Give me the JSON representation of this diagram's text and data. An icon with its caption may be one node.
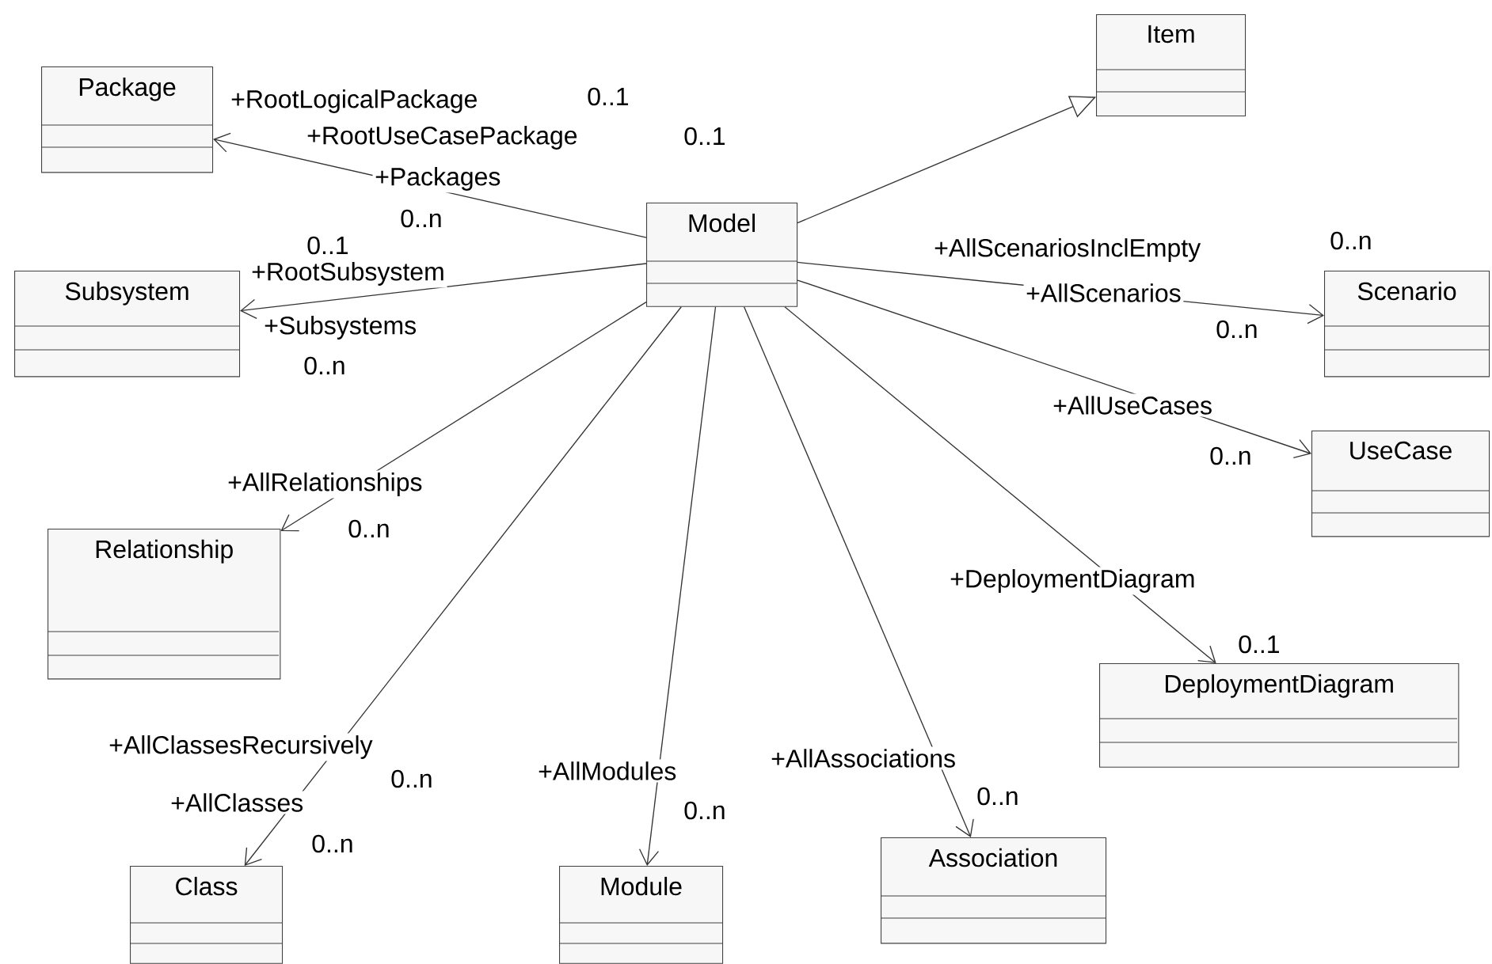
{
  "diagram": {
    "nodes": [
      {
        "text": [
          "Package"
        ]
      },
      {
        "text": [
          "Item"
        ]
      },
      {
        "text": [
          "Model"
        ]
      },
      {
        "text": [
          "Subsystem"
        ]
      },
      {
        "text": [
          "Scenario"
        ]
      },
      {
        "text": [
          "UseCase"
        ]
      },
      {
        "text": [
          "Relationship"
        ]
      },
      {
        "text": [
          "DeploymentDiagram"
        ]
      },
      {
        "text": [
          "Class"
        ]
      },
      {
        "text": [
          "Module"
        ]
      },
      {
        "text": [
          "Association"
        ]
      }
    ],
    "edges": [
      {
        "from": 2,
        "to": 0,
        "arrow": "to"
      },
      {
        "from": 2,
        "to": 1,
        "arrow": "to"
      },
      {
        "from": 2,
        "to": 3,
        "arrow": "to"
      },
      {
        "from": 2,
        "to": 4,
        "arrow": "to"
      },
      {
        "from": 2,
        "to": 5,
        "arrow": "to"
      },
      {
        "from": 2,
        "to": 6,
        "arrow": "to"
      },
      {
        "from": 2,
        "to": 7,
        "arrow": "to"
      },
      {
        "from": 2,
        "to": 8,
        "arrow": "to"
      },
      {
        "from": 2,
        "to": 9,
        "arrow": "to"
      },
      {
        "from": 2,
        "to": 10,
        "arrow": "to"
      }
    ],
    "labels": [
      "+RootLogicalPackage",
      "0..1",
      "+RootUseCasePackage",
      "0..1",
      "+Packages",
      "0..n",
      "+AllScenariosInclEmpty",
      "0..n",
      "0..1",
      "+RootSubsystem",
      "+AllScenarios",
      "0..n",
      "+Subsystems",
      "0..n",
      "+AllUseCases",
      "0..n",
      "+AllRelationships",
      "0..n",
      "+DeploymentDiagram",
      "0..1",
      "+AllClassesRecursively",
      "+AllAssociations",
      "+AllModules",
      "0..n",
      "0..n",
      "+AllClasses",
      "0..n",
      "0..n"
    ]
  }
}
